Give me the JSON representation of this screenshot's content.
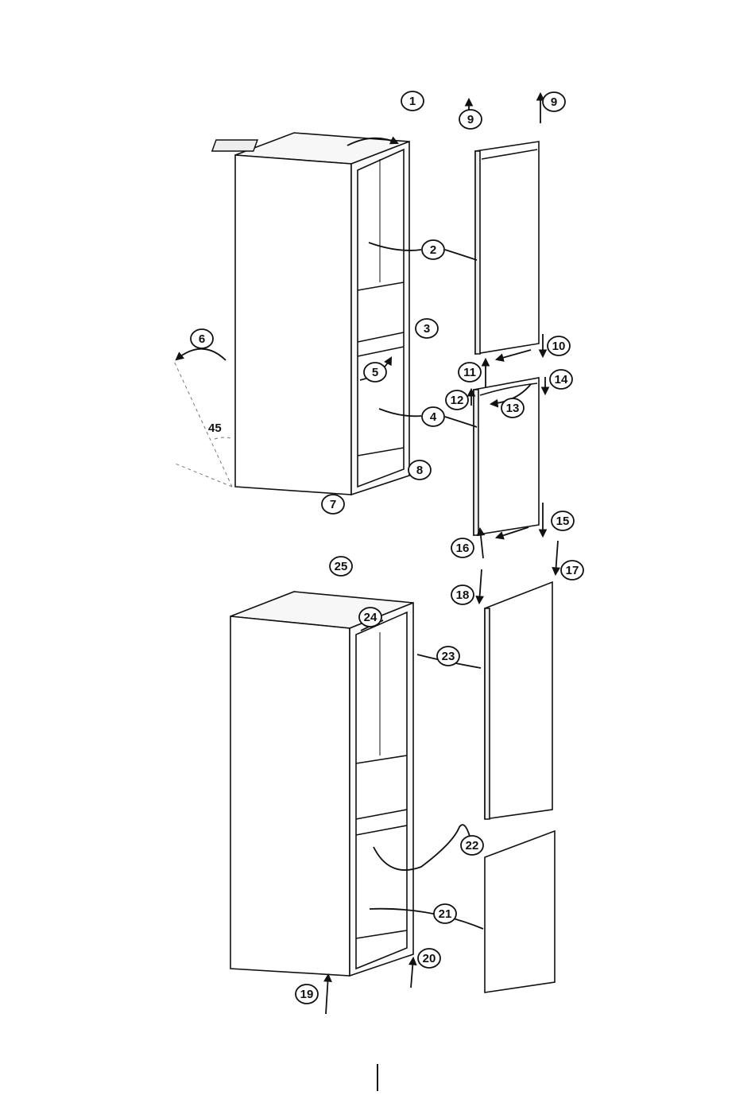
{
  "callouts": [
    {
      "label": "1"
    },
    {
      "label": "9"
    },
    {
      "label": "9"
    },
    {
      "label": "2"
    },
    {
      "label": "3"
    },
    {
      "label": "10"
    },
    {
      "label": "6"
    },
    {
      "label": "5"
    },
    {
      "label": "11"
    },
    {
      "label": "14"
    },
    {
      "label": "12"
    },
    {
      "label": "13"
    },
    {
      "label": "4"
    },
    {
      "label": "8"
    },
    {
      "label": "7"
    },
    {
      "label": "15"
    },
    {
      "label": "16"
    },
    {
      "label": "25"
    },
    {
      "label": "17"
    },
    {
      "label": "18"
    },
    {
      "label": "24"
    },
    {
      "label": "23"
    },
    {
      "label": "22"
    },
    {
      "label": "21"
    },
    {
      "label": "20"
    },
    {
      "label": "19"
    }
  ],
  "angle_label": "45"
}
